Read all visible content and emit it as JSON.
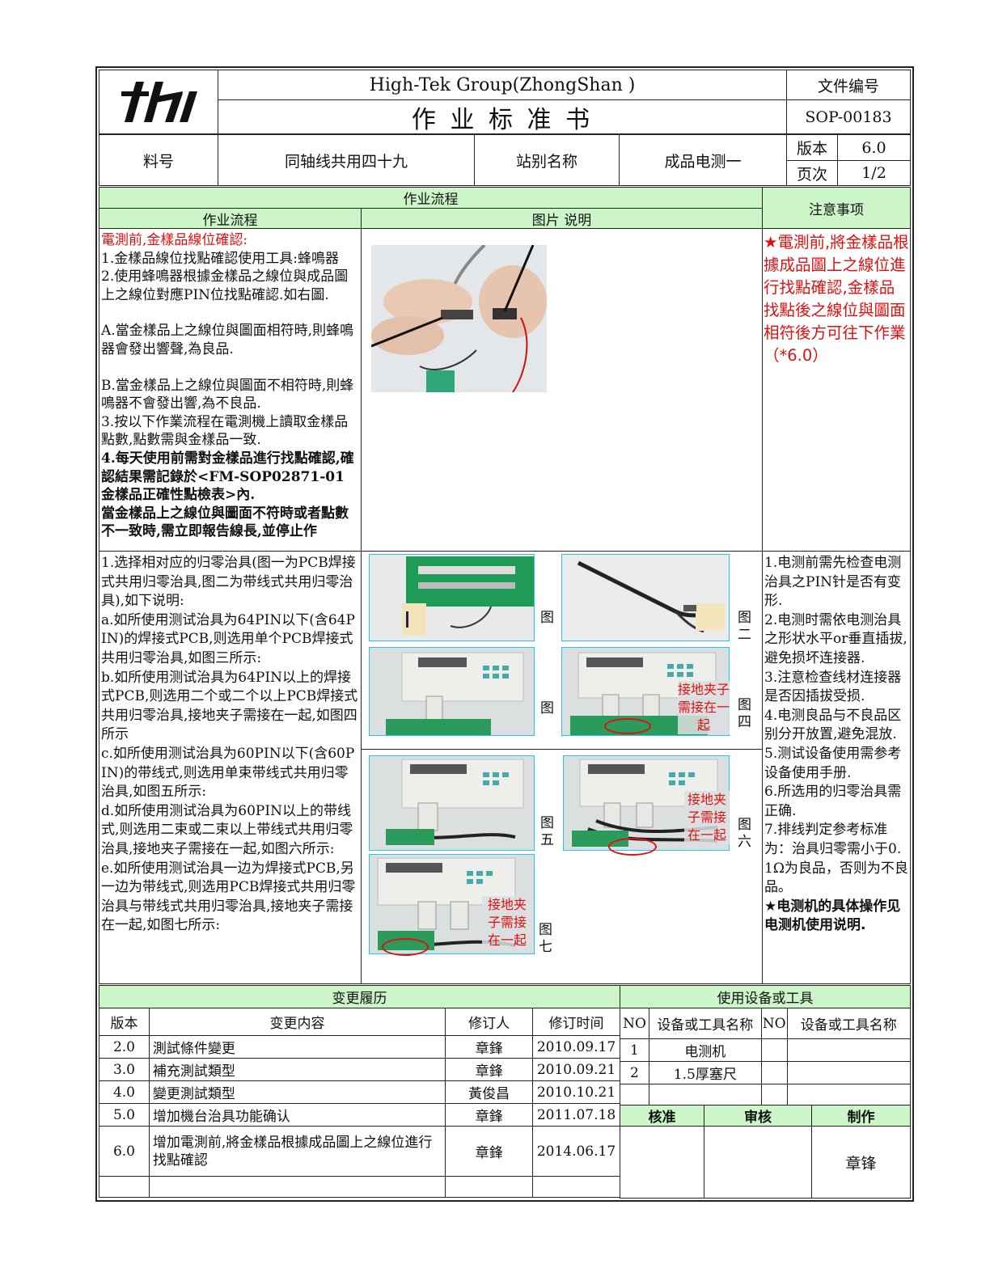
{
  "header": {
    "company": "High-Tek Group(ZhongShan )",
    "doc_title": "作 业 标 准 书",
    "doc_no_label": "文件编号",
    "doc_no": "SOP-00183",
    "part_label": "料号",
    "part_value": "同轴线共用四十九",
    "station_label": "站别名称",
    "station_value": "成品电测一",
    "version_label": "版本",
    "version_value": "6.0",
    "page_label": "页次",
    "page_value": "1/2"
  },
  "section": {
    "flow_title": "作业流程",
    "flow_col": "作业流程",
    "picture_col": "图片 说明",
    "notes_col": "注意事项"
  },
  "block1": {
    "heading": "電測前,金樣品線位確認:",
    "lines": [
      "1.金樣品線位找點確認使用工具:蜂鳴器",
      "2.使用蜂鳴器根據金樣品之線位與成品圖上之線位對應PIN位找點確認.如右圖.",
      "",
      "A.當金樣品上之線位與圖面相符時,則蜂鳴器會發出響聲,為良品.",
      "",
      "B.當金樣品上之線位與圖面不相符時,則蜂鳴器不會發出響,為不良品.",
      "3.按以下作業流程在電測機上讀取金樣品點數,點數需與金樣品一致."
    ],
    "bold_lines": [
      "4.每天使用前需對金樣品進行找點確認,確認結果需記錄於<FM-SOP02871-01 金樣品正確性點檢表>內.",
      "當金樣品上之線位與圖面不符時或者點數不一致時,需立即報告線長,並停止作"
    ],
    "note": "★電測前,將金樣品根據成品圖上之線位進行找點確認,金樣品找點後之線位與圖面相符後方可往下作業（*6.0）"
  },
  "block2": {
    "lines": [
      "1.选择相对应的归零治具(图一为PCB焊接式共用归零治具,图二为带线式共用归零治具),如下说明:",
      "a.如所使用测试治具为64PIN以下(含64PIN)的焊接式PCB,则选用单个PCB焊接式共用归零治具,如图三所示:",
      "b.如所使用测试治具为64PIN以上的焊接式PCB,则选用二个或二个以上PCB焊接式共用归零治具,接地夹子需接在一起,如图四所示",
      "c.如所使用测试治具为60PIN以下(含60PIN)的带线式,则选用单束带线式共用归零治具,如图五所示:",
      "d.如所使用测试治具为60PIN以上的带线式,则选用二束或二束以上带线式共用归零治具,接地夹子需接在一起,如图六所示:",
      "e.如所使用测试治具一边为焊接式PCB,另一边为带线式,则选用PCB焊接式共用归零治具与带线式共用归零治具,接地夹子需接在一起,如图七所示:"
    ],
    "fig_labels": {
      "f1": "图",
      "f2": "图二",
      "f3": "图",
      "f4": "图四",
      "f5": "图五",
      "f6": "图六",
      "f7": "图七"
    },
    "annotation": "接地夹子需接在一起",
    "notes": [
      "1.电测前需先检查电测治具之PIN针是否有变形.",
      "2.电测时需依电测治具之形状水平or垂直插拔,避免损坏连接器.",
      "3.注意检查线材连接器是否因插拔受损.",
      "4.电测良品与不良品区别分开放置,避免混放.",
      "5.测试设备使用需参考设备使用手册.",
      "6.所选用的归零治具需正确.",
      "7.排线判定参考标准为：治具归零需小于0.1Ω为良品，否则为不良品。"
    ],
    "note_bold": "★电测机的具体操作见电测机使用说明."
  },
  "history": {
    "title": "变更履历",
    "headers": [
      "版本",
      "变更内容",
      "修订人",
      "修订时间"
    ],
    "rows": [
      [
        "2.0",
        "測試條件變更",
        "章鋒",
        "2010.09.17"
      ],
      [
        "3.0",
        "補充測試類型",
        "章鋒",
        "2010.09.21"
      ],
      [
        "4.0",
        "變更測試類型",
        "黃俊昌",
        "2010.10.21"
      ],
      [
        "5.0",
        "增加機台治具功能确认",
        "章鋒",
        "2011.07.18"
      ],
      [
        "6.0",
        "增加電測前,將金樣品根據成品圖上之線位進行找點確認",
        "章鋒",
        "2014.06.17"
      ]
    ]
  },
  "equipment": {
    "title": "使用设备或工具",
    "headers": [
      "NO",
      "设备或工具名称",
      "NO",
      "设备或工具名称"
    ],
    "rows": [
      [
        "1",
        "电测机",
        "",
        ""
      ],
      [
        "2",
        "1.5厚塞尺",
        "",
        ""
      ]
    ]
  },
  "approval": {
    "approve": "核准",
    "review": "审核",
    "make": "制作",
    "maker": "章锋"
  },
  "colors": {
    "section_green": "#ccf5c8",
    "warning_red": "#e01010",
    "photo_border": "#27c6e6"
  }
}
